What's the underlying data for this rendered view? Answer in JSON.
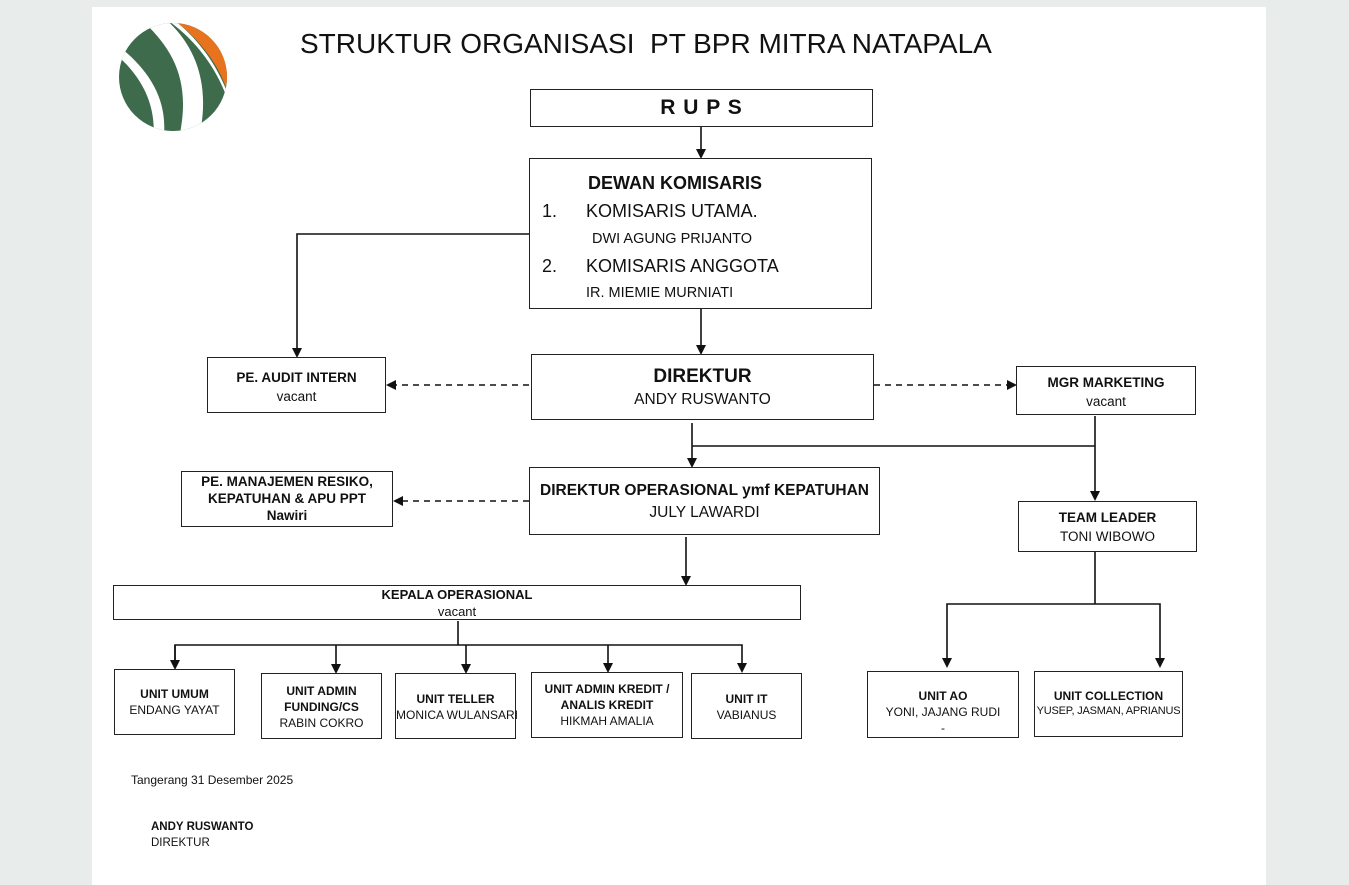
{
  "title": "STRUKTUR ORGANISASI  PT BPR MITRA NATAPALA",
  "rups": "R U P S",
  "dewan": {
    "heading": "DEWAN KOMISARIS",
    "item1_num": "1.",
    "item1_role": "KOMISARIS UTAMA.",
    "item1_name": "DWI AGUNG PRIJANTO",
    "item2_num": "2.",
    "item2_role": "KOMISARIS ANGGOTA",
    "item2_name": "IR. MIEMIE MURNIATI"
  },
  "direktur": {
    "role": "DIREKTUR",
    "name": "ANDY RUSWANTO"
  },
  "audit": {
    "role": "PE. AUDIT INTERN",
    "name": "vacant"
  },
  "marketing": {
    "role": "MGR MARKETING",
    "name": "vacant"
  },
  "risk": {
    "line1": "PE. MANAJEMEN RESIKO,",
    "line2": "KEPATUHAN & APU PPT",
    "line3": "Nawiri"
  },
  "dirops": {
    "role": "DIREKTUR OPERASIONAL ymf KEPATUHAN",
    "name": "JULY LAWARDI"
  },
  "teamleader": {
    "role": "TEAM LEADER",
    "name": "TONI WIBOWO"
  },
  "kepala": {
    "role": "KEPALA OPERASIONAL",
    "name": "vacant"
  },
  "units": {
    "umum": {
      "role": "UNIT UMUM",
      "name": "ENDANG YAYAT"
    },
    "funding": {
      "role1": "UNIT ADMIN",
      "role2": "FUNDING/CS",
      "name": "RABIN COKRO"
    },
    "teller": {
      "role": "UNIT TELLER",
      "name": "MONICA WULANSARI"
    },
    "kredit": {
      "role1": "UNIT ADMIN KREDIT /",
      "role2": "ANALIS KREDIT",
      "name": "HIKMAH AMALIA"
    },
    "it": {
      "role": "UNIT IT",
      "name": "VABIANUS"
    },
    "ao": {
      "role": "UNIT AO",
      "name": "YONI, JAJANG RUDI",
      "extra": "-"
    },
    "collection": {
      "role": "UNIT  COLLECTION",
      "name": "YUSEP, JASMAN, APRIANUS"
    }
  },
  "footer": {
    "place_date": "Tangerang 31 Desember 2025",
    "signer": "ANDY RUSWANTO",
    "signer_title": "DIREKTUR"
  },
  "colors": {
    "logo_green": "#3e6b4b",
    "logo_orange": "#e8731f"
  }
}
